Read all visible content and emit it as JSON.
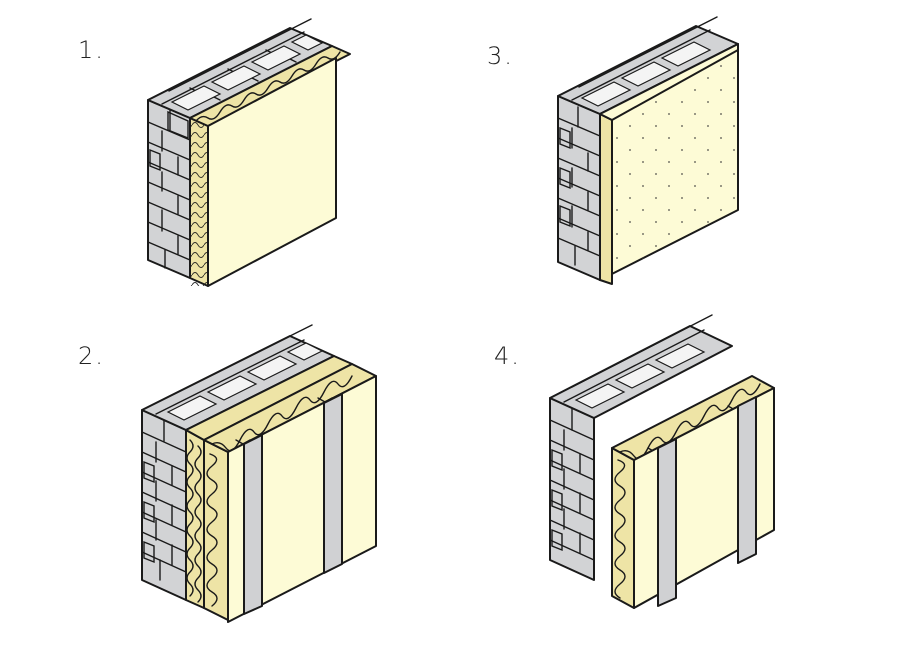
{
  "figure": {
    "items": [
      {
        "id": "1",
        "label": "1."
      },
      {
        "id": "2",
        "label": "2."
      },
      {
        "id": "3",
        "label": "3."
      },
      {
        "id": "4",
        "label": "4."
      }
    ]
  },
  "colors": {
    "brick": "#d2d3d5",
    "brick_mortar": "#f7f7f7",
    "panel": "#fdfbd6",
    "insulation": "#eee4a6",
    "ink": "#1a1a1a",
    "stud": "#d0d1d3"
  }
}
